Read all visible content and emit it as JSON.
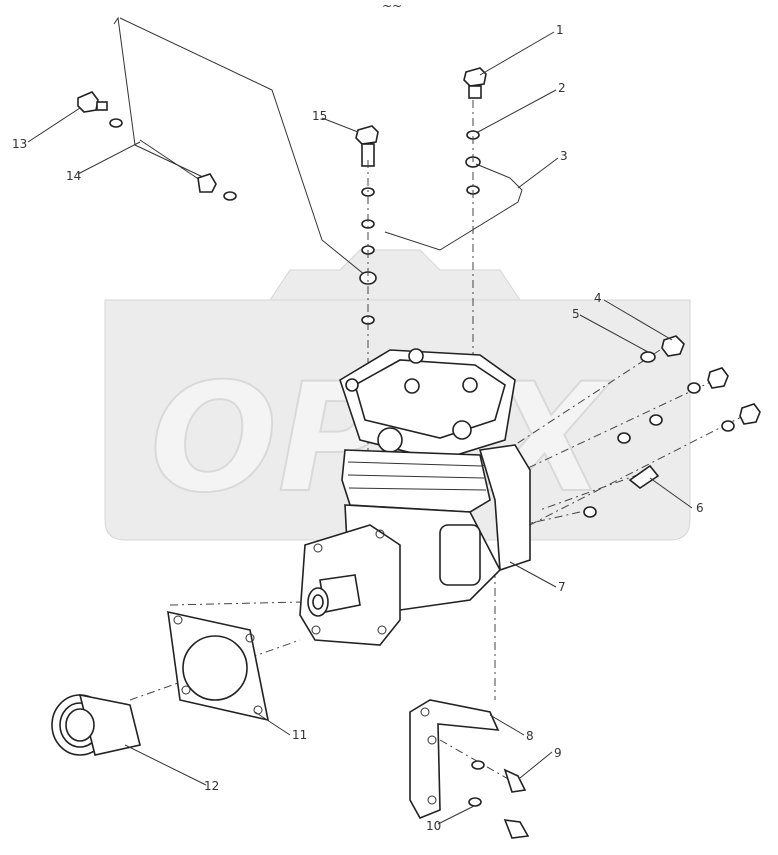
{
  "diagram": {
    "header_mark": "~~",
    "watermark_text": "OPEX",
    "callouts": [
      "1",
      "2",
      "3",
      "4",
      "5",
      "6",
      "7",
      "8",
      "9",
      "10",
      "11",
      "12",
      "13",
      "14",
      "15"
    ]
  }
}
